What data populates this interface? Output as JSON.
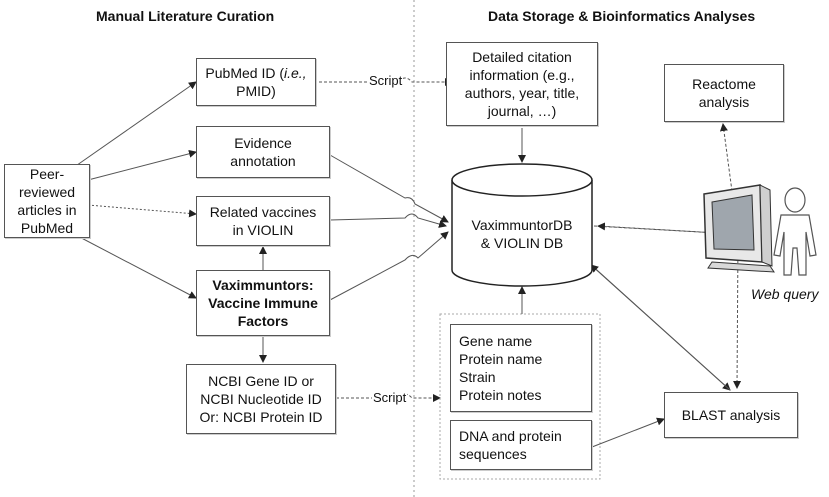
{
  "headings": {
    "left": "Manual Literature Curation",
    "right": "Data Storage & Bioinformatics Analyses"
  },
  "nodes": {
    "pubmed_articles": "Peer-reviewed\narticles in\nPubMed",
    "pmid_prefix": "PubMed ID (",
    "pmid_ie": "i.e.,",
    "pmid_suffix": "\nPMID)",
    "evidence": "Evidence\nannotation",
    "related_vaccines": "Related vaccines\nin VIOLIN",
    "vaximmuntors": "Vaximmuntors:\nVaccine Immune\nFactors",
    "ncbi_ids": "NCBI Gene ID or\nNCBI Nucleotide ID\nOr: NCBI Protein ID",
    "citation_info": "Detailed citation\ninformation (e.g.,\nauthors, year, title,\njournal, …)",
    "database": "VaximmuntorDB\n& VIOLIN DB",
    "reactome": "Reactome\nanalysis",
    "gene_info": "Gene name\nProtein name\nStrain\nProtein notes",
    "sequences": "DNA and protein\nsequences",
    "blast": "BLAST analysis"
  },
  "labels": {
    "script_top": "Script",
    "script_bottom": "Script",
    "web_query": "Web query"
  },
  "icons": [
    "computer-monitor-icon",
    "person-icon"
  ]
}
